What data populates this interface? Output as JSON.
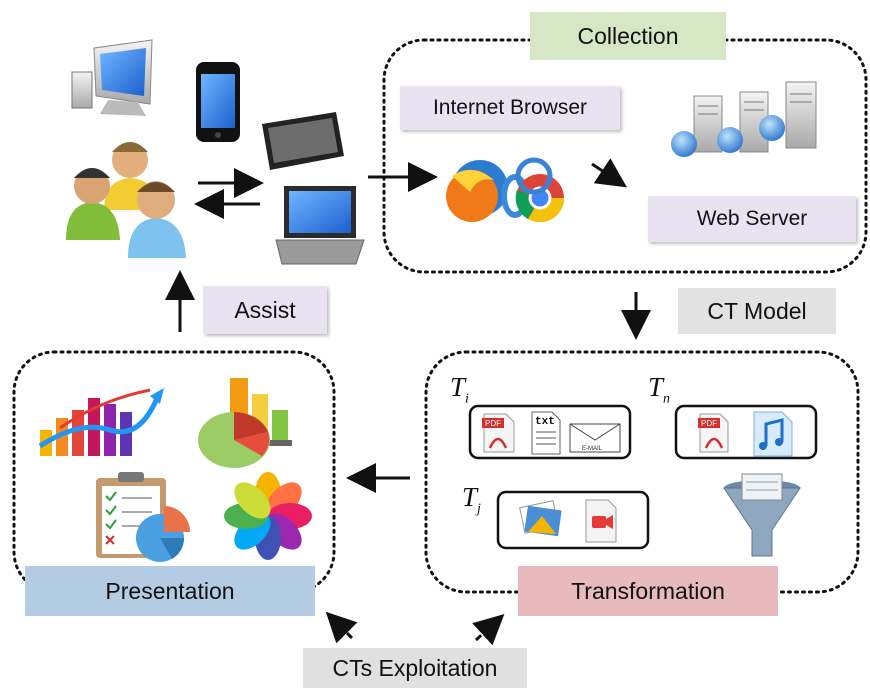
{
  "labels": {
    "collection": "Collection",
    "browser": "Internet Browser",
    "webserver": "Web Server",
    "ctmodel": "CT Model",
    "assist": "Assist",
    "presentation": "Presentation",
    "transformation": "Transformation",
    "exploitation": "CTs Exploitation"
  },
  "transform_groups": [
    {
      "symbol": "T",
      "subscript": "i",
      "icons": [
        "pdf-icon",
        "txt-icon",
        "email-icon"
      ]
    },
    {
      "symbol": "T",
      "subscript": "n",
      "icons": [
        "pdf-icon",
        "audio-icon"
      ]
    },
    {
      "symbol": "T",
      "subscript": "j",
      "icons": [
        "photos-icon",
        "video-icon"
      ]
    }
  ],
  "icon_text": {
    "pdf": "PDF",
    "txt": "txt",
    "email": "E-MAIL"
  },
  "colors": {
    "collection_bg": "#d6e7c6",
    "presentation_bg": "#b4cbe4",
    "transformation_bg": "#e8b9bd",
    "ctmodel_bg": "#e2e2e2",
    "lavender": "#e9e3f1"
  }
}
